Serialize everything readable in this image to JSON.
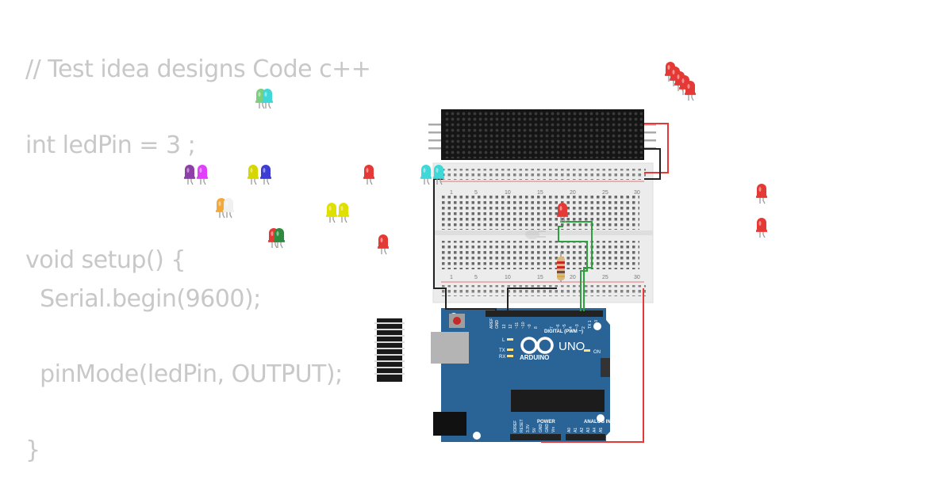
{
  "code": {
    "lines": [
      "// Test idea designs Code c++",
      "int ledPin = 3 ;",
      "void setup() {",
      "  Serial.begin(9600);",
      "  pinMode(ledPin, OUTPUT);",
      "}"
    ]
  },
  "arduino": {
    "model": "UNO",
    "brand": "ARDUINO",
    "digital_label": "DIGITAL (PWM ~)",
    "analog_label": "ANALOG IN",
    "power_label": "POWER",
    "on_label": "ON",
    "l_label": "L",
    "tx_label": "TX",
    "rx_label": "RX",
    "aref_label": "AREF",
    "gnd_label": "GND",
    "digital_pins": [
      "13",
      "12",
      "~11",
      "~10",
      "~9",
      "8",
      "7",
      "~6",
      "~5",
      "4",
      "~3",
      "2",
      "TX 1",
      "RX 0"
    ],
    "power_pins": [
      "IOREF",
      "RESET",
      "3.3V",
      "5V",
      "GND",
      "GND",
      "Vin"
    ],
    "analog_pins": [
      "A0",
      "A1",
      "A2",
      "A3",
      "A4",
      "A5"
    ]
  },
  "breadboard": {
    "col_numbers": [
      "1",
      "5",
      "10",
      "15",
      "20",
      "25",
      "30"
    ]
  },
  "colors": {
    "code_text": "#c8c8c8",
    "arduino_board": "#2a6496",
    "led_red": "#e53935",
    "wire_red": "#e53935",
    "wire_green": "#2e9e3e",
    "wire_black": "#222222",
    "matrix": "#151515"
  }
}
